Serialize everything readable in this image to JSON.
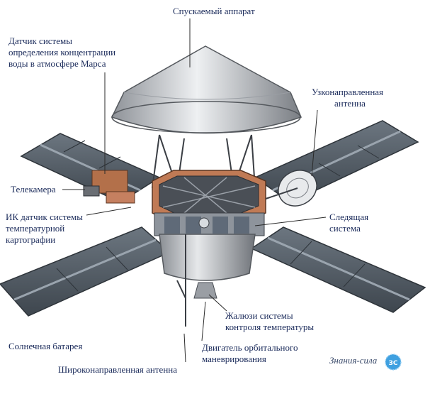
{
  "labels": {
    "descent_module": "Спускаемый аппарат",
    "water_sensor": [
      "Датчик системы",
      "определения концентрации",
      "воды в атмосфере Марса"
    ],
    "narrow_antenna": [
      "Узконаправленная",
      "антенна"
    ],
    "camera": "Телекамера",
    "ir_sensor": [
      "ИК датчик системы",
      "температурной",
      "картографии"
    ],
    "tracking_system": [
      "Следящая",
      "система"
    ],
    "thermal_louvers": [
      "Жалюзи системы",
      "контроля температуры"
    ],
    "solar_battery": "Солнечная батарея",
    "orbital_engine": [
      "Двигатель орбитального",
      "маневрирования"
    ],
    "wide_antenna": "Широконаправленная антенна"
  },
  "watermark": {
    "text": "Знания-сила",
    "badge": "ЗС"
  },
  "colors": {
    "label_text": "#1a2a5a",
    "leader_line": "#2a2a2a",
    "panel": "#5a6470",
    "heatshield": "#c9ccd0",
    "copper": "#b3704a",
    "badge": "#3fa0e0"
  }
}
